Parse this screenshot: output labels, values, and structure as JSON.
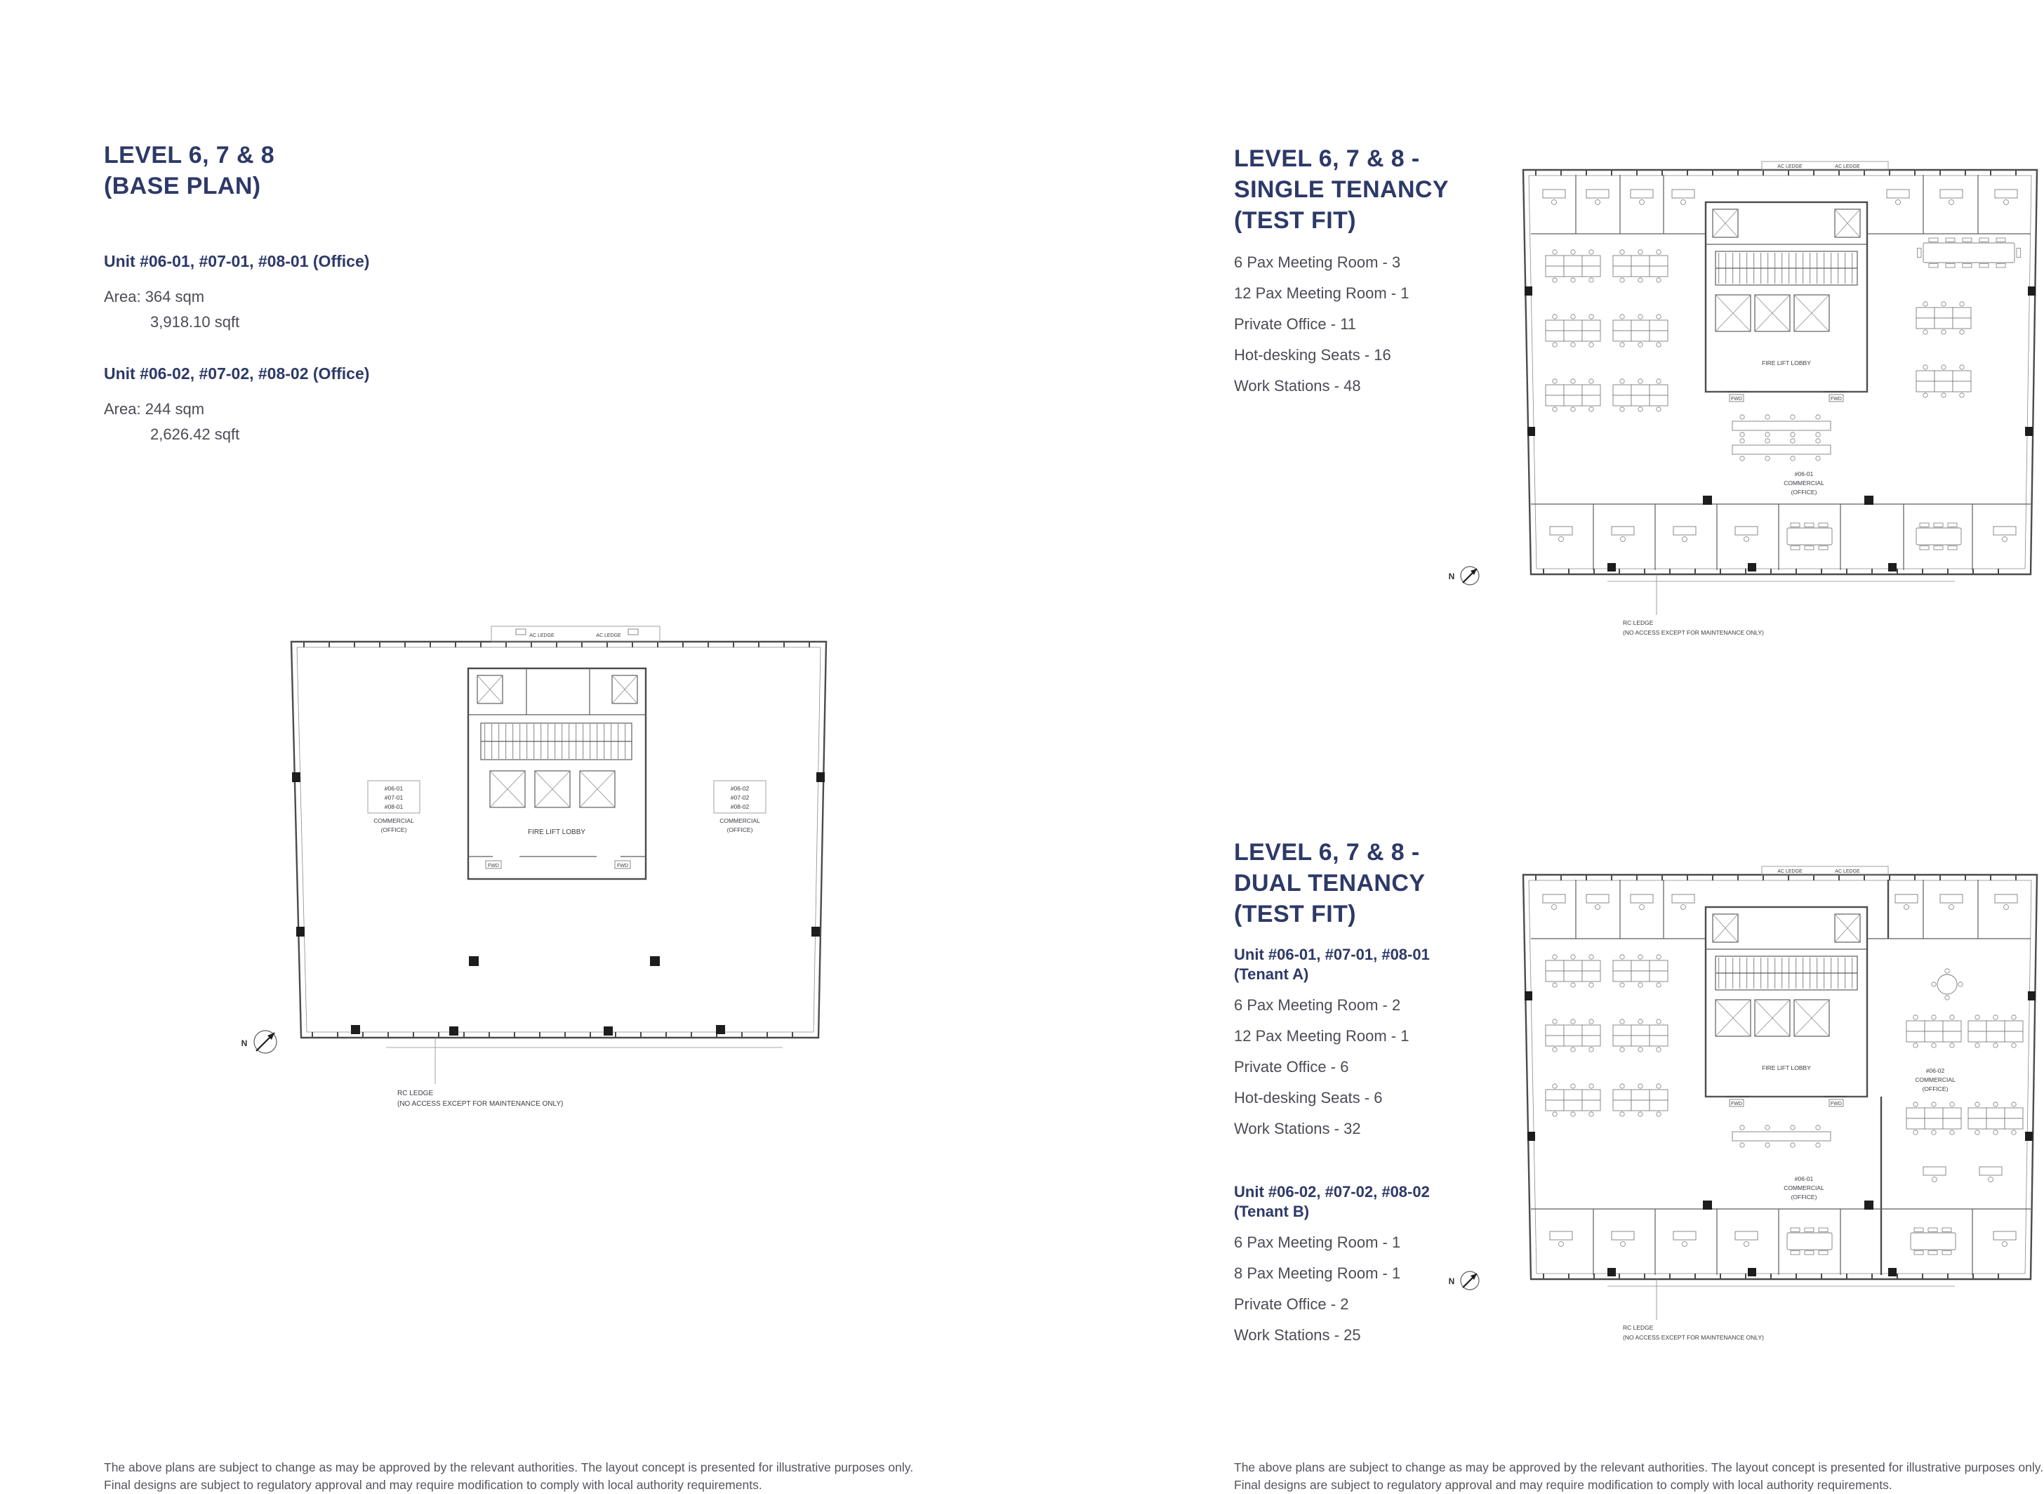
{
  "page": {
    "background": "#ffffff",
    "accent_color": "#2d3968",
    "body_color": "#4b4b56"
  },
  "left": {
    "title_lines": [
      "LEVEL 6, 7 & 8",
      "(BASE PLAN)"
    ],
    "units": [
      {
        "heading": "Unit #06-01, #07-01, #08-01 (Office)",
        "area_sqm": "Area: 364 sqm",
        "area_sqft": "3,918.10 sqft"
      },
      {
        "heading": "Unit #06-02, #07-02, #08-02 (Office)",
        "area_sqm": "Area: 244 sqm",
        "area_sqft": "2,626.42 sqft"
      }
    ]
  },
  "single_tenancy": {
    "title_lines": [
      "LEVEL 6, 7 & 8 -",
      "SINGLE TENANCY",
      "(TEST FIT)"
    ],
    "items": [
      "6 Pax Meeting Room - 3",
      "12 Pax Meeting Room - 1",
      "Private Office - 11",
      "Hot-desking Seats - 16",
      "Work Stations - 48"
    ]
  },
  "dual_tenancy": {
    "title_lines": [
      "LEVEL 6, 7 & 8 -",
      "DUAL TENANCY",
      "(TEST FIT)"
    ],
    "tenant_a": {
      "heading_lines": [
        "Unit #06-01, #07-01, #08-01",
        "(Tenant A)"
      ],
      "items": [
        "6 Pax Meeting Room - 2",
        "12 Pax Meeting Room - 1",
        "Private Office - 6",
        "Hot-desking Seats - 6",
        "Work Stations - 32"
      ]
    },
    "tenant_b": {
      "heading_lines": [
        "Unit #06-02, #07-02, #08-02",
        "(Tenant B)"
      ],
      "items": [
        "6 Pax Meeting Room - 1",
        "8 Pax Meeting Room - 1",
        "Private Office - 2",
        "Work Stations - 25"
      ]
    }
  },
  "disclaimer_lines": [
    "The above plans are subject to change as may be approved by the relevant authorities. The layout concept is presented for illustrative purposes only.",
    "Final designs are subject to regulatory approval and may require modification to comply with local authority requirements."
  ],
  "plan_labels": {
    "ac_ledge": "AC LEDGE",
    "fire_lift_lobby": "FIRE LIFT LOBBY",
    "fwd": "FWD",
    "north": "N",
    "rc_ledge_lines": [
      "RC LEDGE",
      "(NO ACCESS EXCEPT FOR MAINTENANCE ONLY)"
    ],
    "base": {
      "unit_a_lines": [
        "#06-01",
        "#07-01",
        "#08-01"
      ],
      "unit_a_type_lines": [
        "COMMERCIAL",
        "(OFFICE)"
      ],
      "unit_b_lines": [
        "#06-02",
        "#07-02",
        "#08-02"
      ],
      "unit_b_type_lines": [
        "COMMERCIAL",
        "(OFFICE)"
      ]
    },
    "single": {
      "unit_lines": [
        "#06-01",
        "COMMERCIAL",
        "(OFFICE)"
      ]
    },
    "dual": {
      "unit_a_lines": [
        "#06-01",
        "COMMERCIAL",
        "(OFFICE)"
      ],
      "unit_b_lines": [
        "#06-02",
        "COMMERCIAL",
        "(OFFICE)"
      ]
    }
  }
}
